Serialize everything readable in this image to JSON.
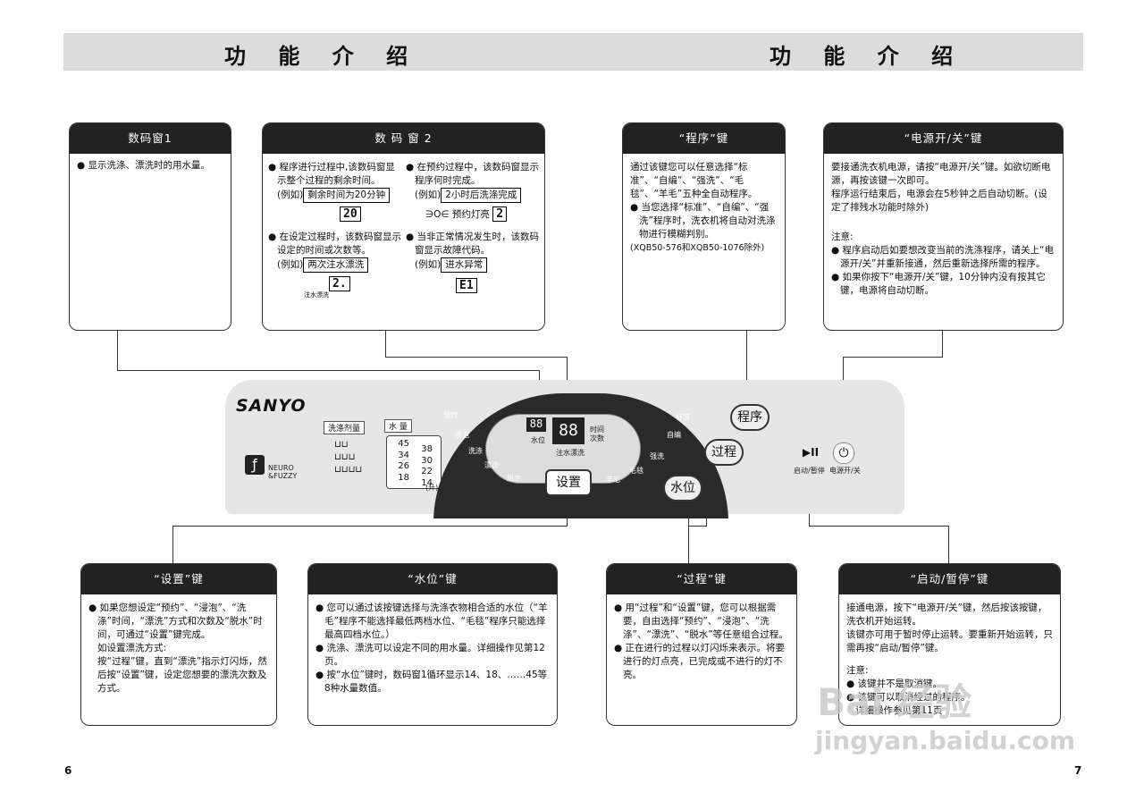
{
  "header": {
    "left_title": "功 能 介 绍",
    "right_title": "功 能 介 绍"
  },
  "box1": {
    "title": "数码窗1",
    "text": "显示洗涤、漂洗时的用水量。"
  },
  "box2": {
    "title": "数 码 窗 2",
    "q1": "程序进行过程中,该数码窗显示整个过程的剩余时间。",
    "q1_eg": "(例如)",
    "q1_lcd": "剩余时间为20分钟",
    "q1_seg": "20",
    "q2": "在预约过程中，该数码窗显示程序何时完成。",
    "q2_eg": "(例如)",
    "q2_lcd": "2小时后洗涤完成",
    "q2_lamp": "∋O∈ 预约灯亮",
    "q2_seg": "2",
    "q3": "在设定过程时，该数码窗显示设定的时间或次数等。",
    "q3_eg": "(例如)",
    "q3_lcd": "两次注水漂洗",
    "q3_seg": "2.",
    "q3_sub": "注水漂洗",
    "q4": "当非正常情况发生时，该数码窗显示故障代码。",
    "q4_eg": "(例如)",
    "q4_lcd": "进水异常",
    "q4_seg": "E1"
  },
  "box3": {
    "title": "“程序”键",
    "p1": "通过该键您可以任意选择“标准”、“自编”、“强洗”、“毛毯”、“羊毛”五种全自动程序。",
    "b1": "当您选择“标准”、“自编”、“强洗”程序时，洗衣机将自动对洗涤物进行模糊判别。",
    "b1_note": "(XQB50-576和XQB50-1076除外)"
  },
  "box4": {
    "title": "“电源开/关”键",
    "p1": "要接通洗衣机电源，请按“电源开/关”键。如欲切断电源，再按该键一次即可。",
    "p2": "程序运行结束后，电源会在5秒钟之后自动切断。(设定了排残水功能时除外)",
    "note": "注意:",
    "b1": "程序启动后如要想改变当前的洗涤程序，请关上“电源开/关”并重新接通，然后重新选择所需的程序。",
    "b2": "如果你按下“电源开/关”键，10分钟内没有按其它键，电源将自动切断。"
  },
  "box5": {
    "title": "“设置”键",
    "b1": "如果您想设定“预约”、“浸泡”、“洗涤”时间，“漂洗”方式和次数及“脱水”时间，可通过“设置”键完成。",
    "p1": "如设置漂洗方式:",
    "p2": "按“过程”键，直到“漂洗”指示灯闪烁，然后按“设置”键，设定您想要的漂洗次数及方式。"
  },
  "box6": {
    "title": "“水位”键",
    "b1": "您可以通过该按键选择与洗涤衣物相合适的水位（“羊毛”程序不能选择最低两档水位、“毛毯”程序只能选择最高四档水位。）",
    "b2": "洗涤、漂洗可以设定不同的用水量。详细操作见第12页。",
    "b3": "按“水位”键时，数码窗1循环显示14、18、……45等8种水量数值。"
  },
  "box7": {
    "title": "“过程”键",
    "b1": "用“过程”和“设置”键，您可以根据需要，自由选择“预约”、“浸泡”、“洗涤”、“漂洗”、“脱水”等任意组合过程。",
    "b2": "正在进行的过程以灯闪烁来表示。将要进行的灯点亮，已完成或不进行的灯不亮。"
  },
  "box8": {
    "title": "“启动/暂停”键",
    "p1": "接通电源，按下“电源开/关”键，然后按该按键，洗衣机开始运转。",
    "p2": "该键亦可用于暂时停止运转。要重新开始运转，只需再按“启动/暂停”键。",
    "note": "注意:",
    "b1": "该键并不是取消键。",
    "b2": "该键可以取消经过的程序。",
    "p3": "详细操作参见第11页"
  },
  "panel": {
    "brand": "SANYO",
    "logo1": "NEURO",
    "logo2": "&FUZZY",
    "detergent": "洗涤剂量",
    "water": "水  量",
    "levels_left": [
      "45",
      "34",
      "26",
      "18"
    ],
    "levels_right": [
      "38",
      "30",
      "22",
      "14"
    ],
    "unit": "(升)",
    "left_labels": [
      "预约",
      "浸泡",
      "洗涤",
      "漂洗",
      "脱水"
    ],
    "right_labels": [
      "标准",
      "自编",
      "强洗",
      "毛毯",
      "羊毛"
    ],
    "disp1": "88",
    "disp1_label": "水位",
    "disp2": "88",
    "disp2_side": "时间",
    "disp2_side2": "次数",
    "disp2_label": "注水漂洗",
    "btn_set": "设置",
    "btn_prog": "程序",
    "btn_proc": "过程",
    "btn_water": "水位",
    "start_icon": "▶II",
    "start_label": "启动/暂停",
    "power_icon": "⏻",
    "power_label": "电源开/关"
  },
  "pages": {
    "left": "6",
    "right": "7"
  },
  "watermark": {
    "main": "Bai 经验",
    "sub": "jingyan.baidu.com"
  }
}
